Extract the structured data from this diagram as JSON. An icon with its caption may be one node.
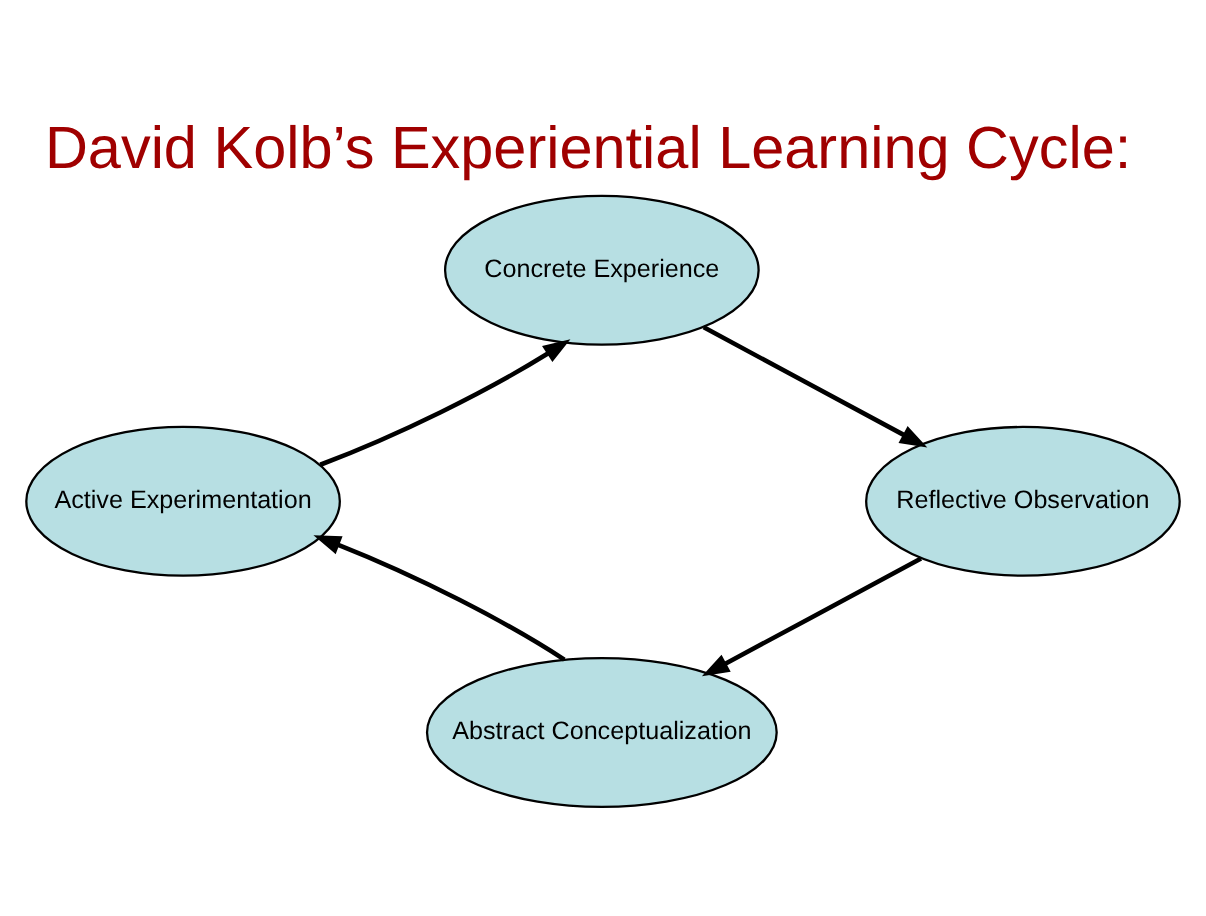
{
  "diagram": {
    "title": "David Kolb’s Experiential Learning Cycle:",
    "nodes": [
      {
        "text": [
          "Concrete Experience"
        ]
      },
      {
        "text": [
          "Reflective Observation"
        ]
      },
      {
        "text": [
          "Abstract Conceptualization"
        ]
      },
      {
        "text": [
          "Active Experimentation"
        ]
      }
    ],
    "edges": [
      {
        "from": 0,
        "to": 1,
        "arrow": "to"
      },
      {
        "from": 1,
        "to": 2,
        "arrow": "to"
      },
      {
        "from": 2,
        "to": 3,
        "arrow": "to"
      },
      {
        "from": 3,
        "to": 0,
        "arrow": "to"
      }
    ]
  }
}
